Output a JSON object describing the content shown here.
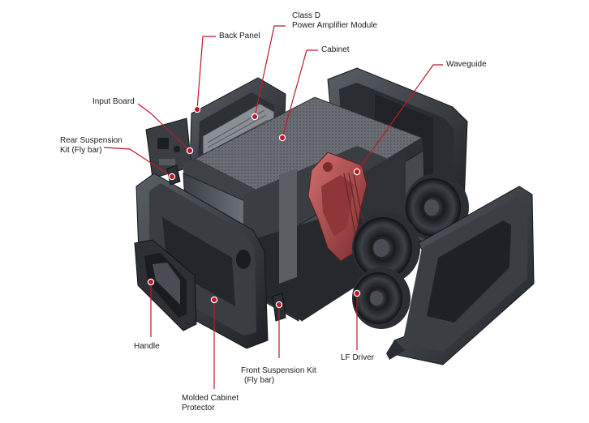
{
  "colors": {
    "background": "#ffffff",
    "leader": "#c0182a",
    "label_text": "#1a1a1a",
    "cabinet_dark": "#2a2d31",
    "cabinet_mid": "#4a4e54",
    "cabinet_light": "#6d7279",
    "waveguide": "#b0484a"
  },
  "labels": {
    "class_d": [
      "Class D",
      "Power Amplifier Module"
    ],
    "back_panel": "Back Panel",
    "cabinet": "Cabinet",
    "waveguide": "Waveguide",
    "input_board": "Input Board",
    "rear_suspension": [
      "Rear Suspension",
      "Kit (Fly bar)"
    ],
    "handle": "Handle",
    "front_suspension": [
      "Front Suspension Kit",
      "(Fly bar)"
    ],
    "lf_driver": "LF Driver",
    "molded_protector": [
      "Molded Cabinet",
      "Protector"
    ]
  }
}
